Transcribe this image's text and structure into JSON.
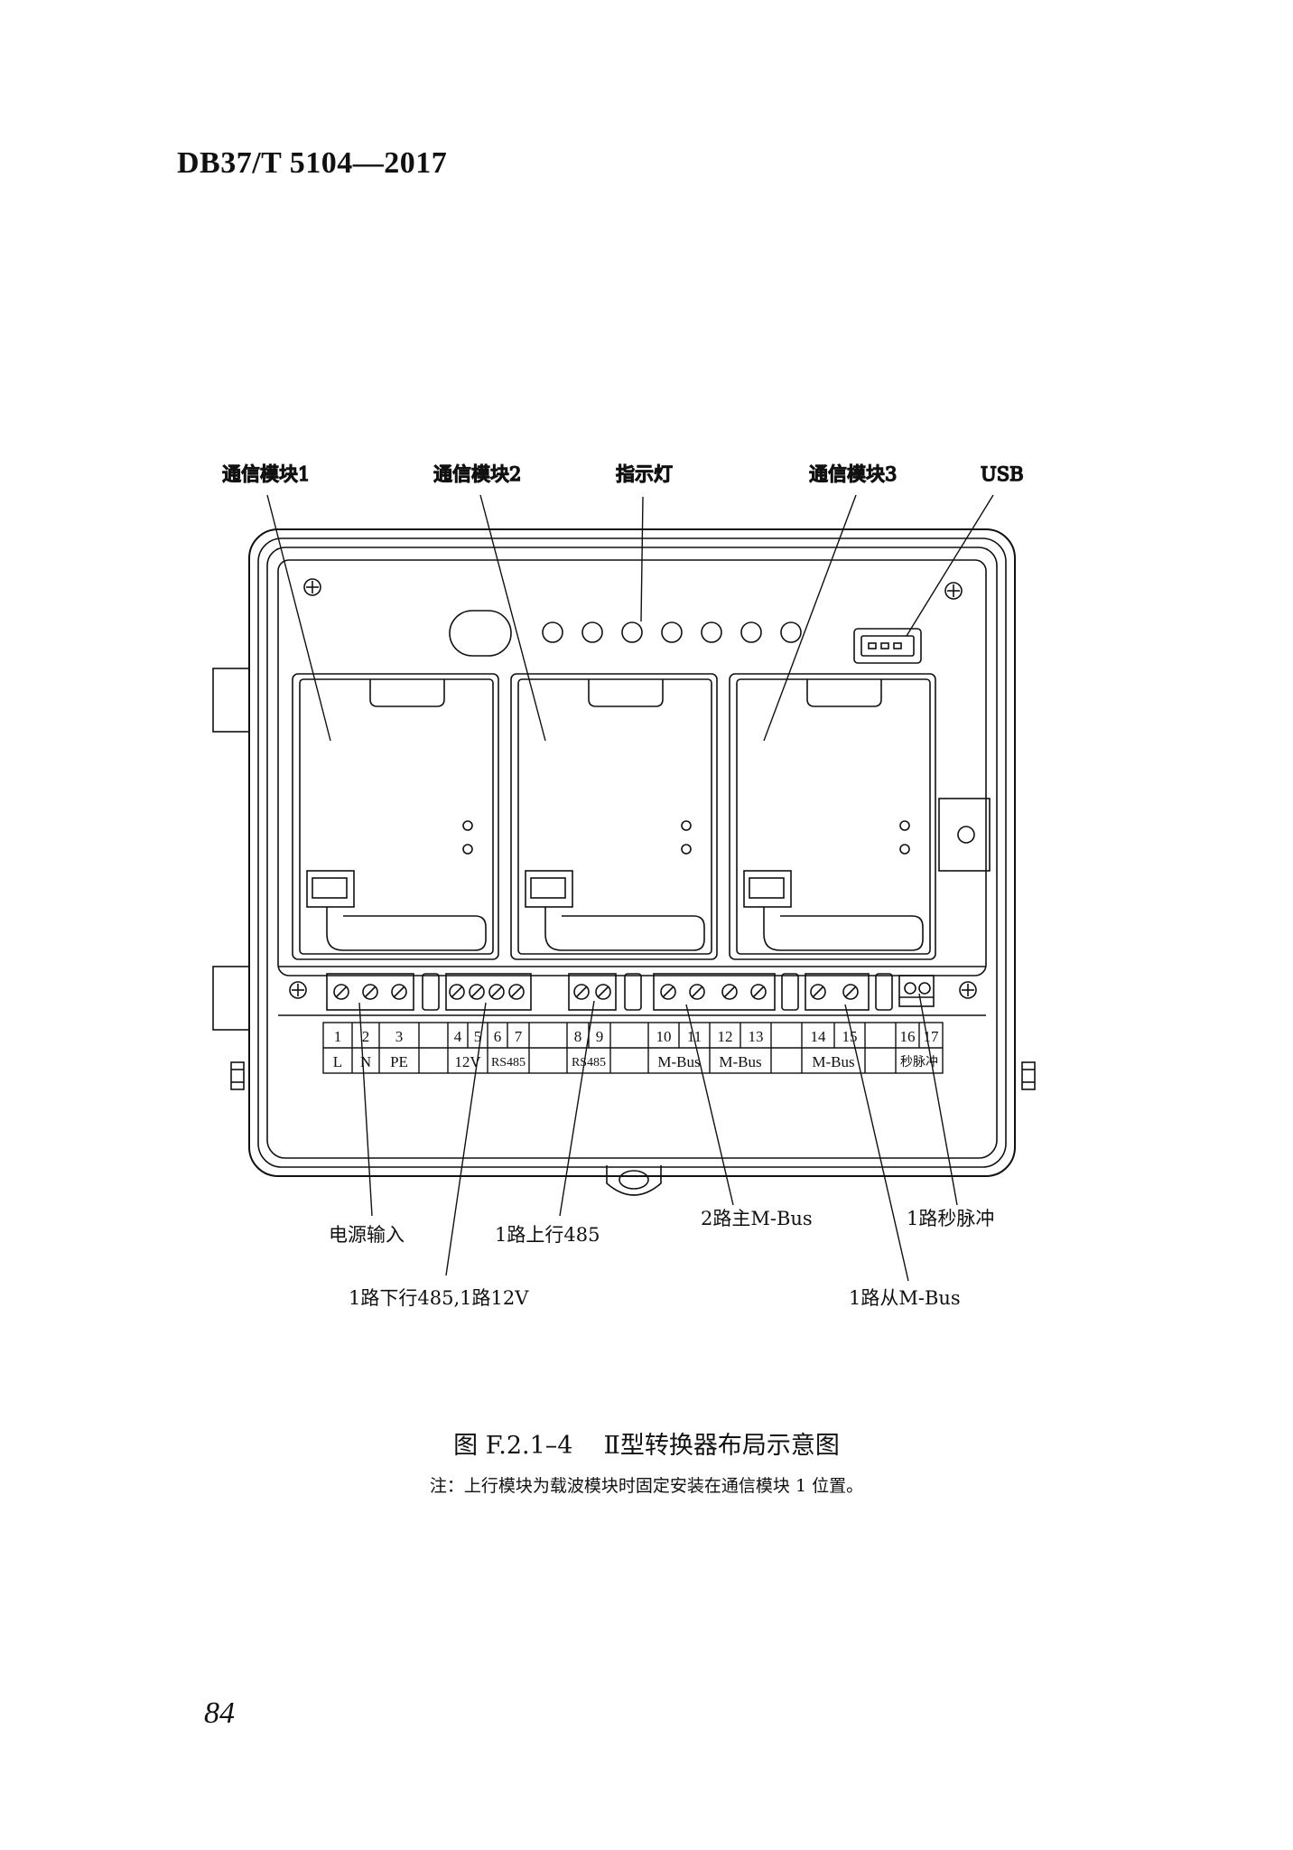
{
  "header": {
    "standard_code": "DB37/T 5104—2017"
  },
  "diagram": {
    "top_labels": {
      "module1": "通信模块1",
      "module2": "通信模块2",
      "indicator": "指示灯",
      "module3": "通信模块3",
      "usb": "USB"
    },
    "terminal_numbers": [
      "1",
      "2",
      "3",
      "4",
      "5",
      "6",
      "7",
      "8",
      "9",
      "10",
      "11",
      "12",
      "13",
      "14",
      "15",
      "16",
      "17"
    ],
    "terminal_functions": {
      "l": "L",
      "n": "N",
      "pe": "PE",
      "v12": "12V",
      "rs485_a": "RS485",
      "rs485_b": "RS485",
      "mbus_a": "M-Bus",
      "mbus_b": "M-Bus",
      "mbus_c": "M-Bus",
      "pulse": "秒脉冲"
    },
    "bottom_labels": {
      "power_input": "电源输入",
      "downlink": "1路下行485,1路12V",
      "uplink": "1路上行485",
      "master_mbus": "2路主M-Bus",
      "slave_mbus": "1路从M-Bus",
      "pulse": "1路秒脉冲"
    }
  },
  "caption": {
    "figure_no": "图 F.2.1–4",
    "title": "Ⅱ型转换器布局示意图"
  },
  "note": "注：上行模块为载波模块时固定安装在通信模块 1 位置。",
  "footer": {
    "page_number": "84"
  }
}
